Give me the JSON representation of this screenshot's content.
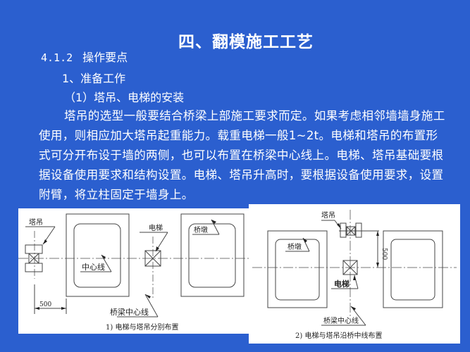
{
  "slide": {
    "title": "四、翻模施工工艺",
    "section": {
      "number": "4.1.2",
      "label": "操作要点"
    },
    "item": "1、准备工作",
    "subitem": "（1）塔吊、电梯的安装",
    "paragraph": "塔吊的选型一般要结合桥梁上部施工要求而定。如果考虑相邻墙墙身施工使用，则相应加大塔吊起重能力。载重电梯一般1~2t。电梯和塔吊的布置形式可分开布设于墙的两侧，也可以布置在桥梁中心线上。电梯、塔吊基础要根据设备使用要求和结构设置。电梯、塔吊升高时，要根据设备使用要求，设置附臂，将立柱固定于墙身上。",
    "colors": {
      "background": "#2b5fcf",
      "text": "#ffffff",
      "drawing_bg": "#ffffff",
      "drawing_line": "#333333"
    }
  },
  "diagrams": {
    "left": {
      "caption": "1)  电梯与塔吊分别布置",
      "labels": {
        "tower_crane": "塔吊",
        "elevator": "电梯",
        "pier": "桥墩",
        "center_line": "中心线",
        "bridge_center_line": "桥梁中心线"
      },
      "dimension": "500"
    },
    "right": {
      "caption": "2)  电梯与塔吊沿桥中线布置",
      "labels": {
        "tower_crane": "塔吊",
        "elevator": "电梯",
        "pier": "桥墩",
        "bridge_center_line": "桥梁中心线"
      },
      "dimension": "500"
    }
  }
}
